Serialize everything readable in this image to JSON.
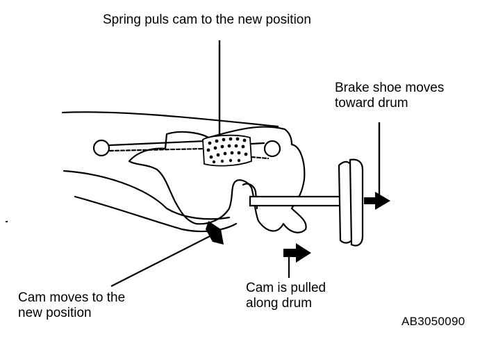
{
  "labels": {
    "spring": "Spring puls cam to the new position",
    "brake_shoe_line1": "Brake shoe moves",
    "brake_shoe_line2": "toward drum",
    "cam_moves_line1": "Cam moves to the",
    "cam_moves_line2": "new position",
    "cam_pulled_line1": "Cam is pulled",
    "cam_pulled_line2": "along drum"
  },
  "figure_code": "AB3050090"
}
